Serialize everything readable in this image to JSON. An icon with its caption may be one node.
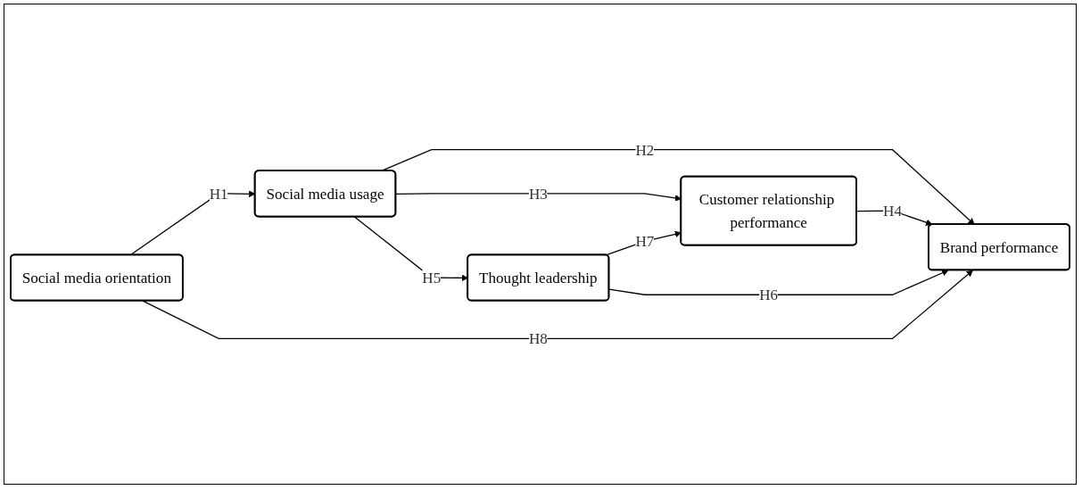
{
  "diagram": {
    "nodes": [
      {
        "text": [
          "Social media orientation"
        ]
      },
      {
        "text": [
          "Social media usage"
        ]
      },
      {
        "text": [
          "Customer relationship performance"
        ]
      },
      {
        "text": [
          "Brand performance"
        ]
      },
      {
        "text": [
          "Thought leadership"
        ]
      }
    ],
    "edges": [
      {
        "from": 0,
        "to": 1,
        "arrow": "to",
        "label": "H1"
      },
      {
        "from": 1,
        "to": 2,
        "arrow": "to",
        "label": "H3"
      },
      {
        "from": 1,
        "to": 3,
        "arrow": "to",
        "label": "H2"
      },
      {
        "from": 1,
        "to": 4,
        "arrow": "to",
        "label": "H5"
      },
      {
        "from": 2,
        "to": 3,
        "arrow": "to",
        "label": "H4"
      },
      {
        "from": 4,
        "to": 2,
        "arrow": "to",
        "label": "H7"
      },
      {
        "from": 4,
        "to": 3,
        "arrow": "to",
        "label": "H6"
      },
      {
        "from": 0,
        "to": 3,
        "arrow": "to",
        "label": "H8"
      }
    ]
  }
}
